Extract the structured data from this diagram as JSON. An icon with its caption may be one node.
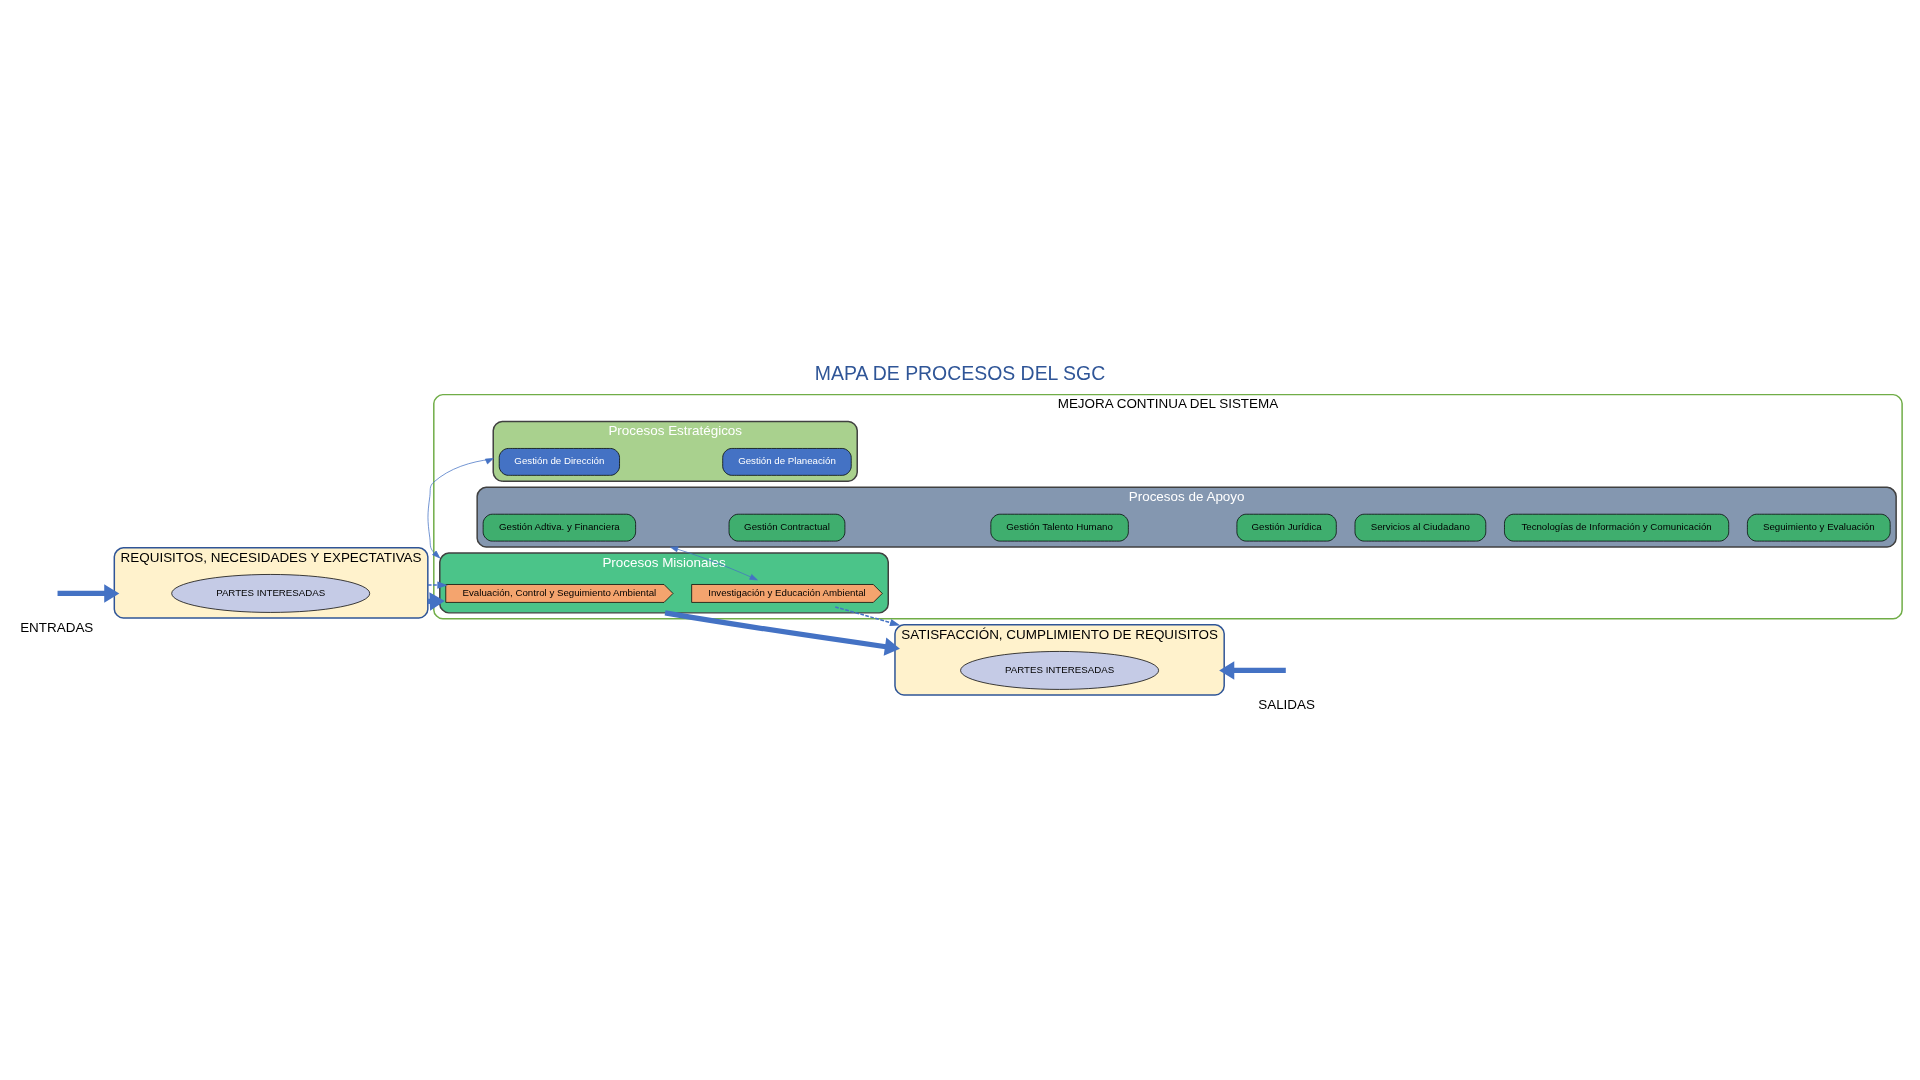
{
  "diagram": {
    "title": "MAPA DE PROCESOS DEL SGC",
    "nodes": [
      {
        "text": [
          "REQUISITOS, NECESIDADES Y EXPECTATIVAS"
        ]
      },
      {
        "text": [
          "PARTES INTERESADAS"
        ],
        "in": 0
      },
      {
        "text": [
          "MEJORA CONTINUA DEL SISTEMA"
        ]
      },
      {
        "text": [
          "Procesos Estratégicos"
        ],
        "in": 2
      },
      {
        "text": [
          "Gestión de Dirección"
        ],
        "in": 3
      },
      {
        "text": [
          "Gestión de Planeación"
        ],
        "in": 3
      },
      {
        "text": [
          "Procesos Misionales"
        ],
        "in": 2
      },
      {
        "text": [
          "Evaluación, Control y Seguimiento Ambiental"
        ],
        "in": 6
      },
      {
        "text": [
          "Investigación y Educación Ambiental"
        ],
        "in": 6
      },
      {
        "text": [
          "Procesos de Apoyo"
        ],
        "in": 2
      },
      {
        "text": [
          "Gestión Adtiva. y Financiera"
        ],
        "in": 9
      },
      {
        "text": [
          "Gestión Contractual"
        ],
        "in": 9
      },
      {
        "text": [
          "Gestión Talento Humano"
        ],
        "in": 9
      },
      {
        "text": [
          "Gestión Jurídica"
        ],
        "in": 9
      },
      {
        "text": [
          "Servicios al Ciudadano"
        ],
        "in": 9
      },
      {
        "text": [
          "Tecnologías de Información y Comunicación"
        ],
        "in": 9
      },
      {
        "text": [
          "Seguimiento y Evaluación"
        ],
        "in": 9
      },
      {
        "text": [
          "SATISFACCIÓN, CUMPLIMIENTO DE REQUISITOS"
        ]
      },
      {
        "text": [
          "PARTES INTERESADAS"
        ],
        "in": 17
      }
    ],
    "edges": [
      {
        "from": null,
        "to": 0,
        "arrow": "to",
        "style": "thick"
      },
      {
        "from": 0,
        "to": 6,
        "arrow": "to",
        "style": "thick"
      },
      {
        "from": 0,
        "to": 7,
        "arrow": "to",
        "style": "dashed"
      },
      {
        "from": 3,
        "to": 6,
        "arrow": "both"
      },
      {
        "from": 8,
        "to": 9,
        "arrow": "both"
      },
      {
        "from": 6,
        "to": 17,
        "arrow": "to",
        "style": "thick"
      },
      {
        "from": 8,
        "to": 17,
        "arrow": "to",
        "style": "dashed"
      },
      {
        "from": null,
        "to": 17,
        "arrow": "to",
        "style": "thick"
      }
    ],
    "labels": [
      "ENTRADAS",
      "SALIDAS"
    ]
  }
}
